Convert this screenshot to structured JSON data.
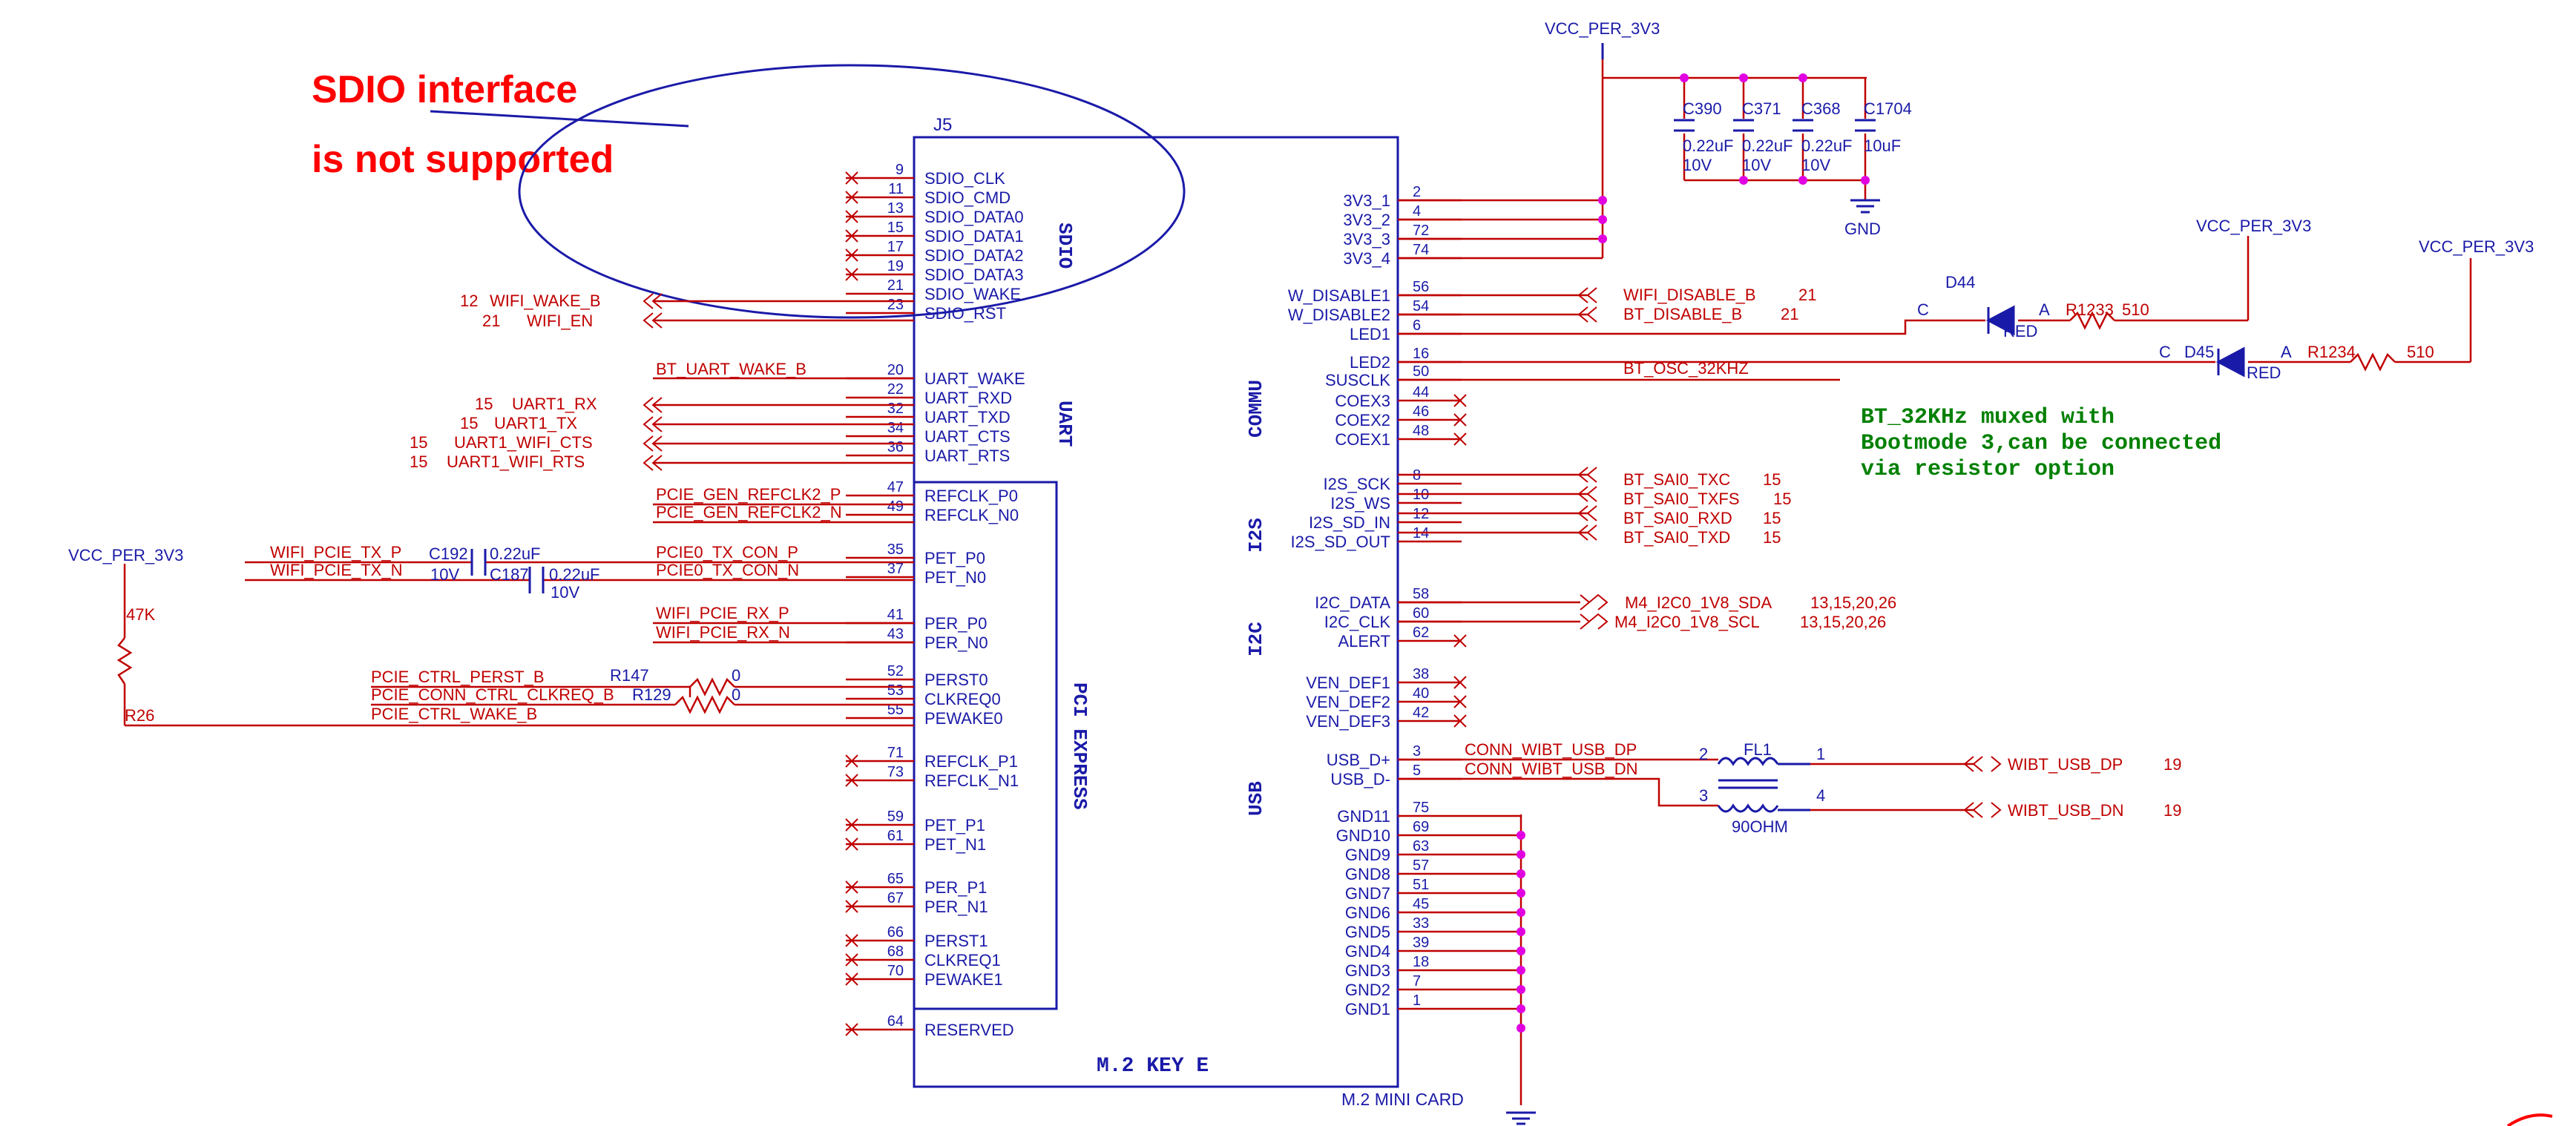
{
  "colors": {
    "wire": "#c00000",
    "symbol": "#1a1aa8",
    "junction": "#e000e0",
    "note": "#008000",
    "callout": "#ff0000",
    "ellipse": "#1a1aa8"
  },
  "callout": {
    "line1": "SDIO interface",
    "line2": "is not supported"
  },
  "connector": {
    "refdes": "J5",
    "title": "M.2 KEY E",
    "footer": "M.2 MINI CARD",
    "groups": {
      "sdio": "SDIO",
      "uart": "UART",
      "pcie": "PCI EXPRESS",
      "commu": "COMMU",
      "i2s": "I2S",
      "i2c": "I2C",
      "usb": "USB"
    }
  },
  "left_pins": [
    {
      "num": "9",
      "name": "SDIO_CLK"
    },
    {
      "num": "11",
      "name": "SDIO_CMD"
    },
    {
      "num": "13",
      "name": "SDIO_DATA0"
    },
    {
      "num": "15",
      "name": "SDIO_DATA1"
    },
    {
      "num": "17",
      "name": "SDIO_DATA2"
    },
    {
      "num": "19",
      "name": "SDIO_DATA3"
    },
    {
      "num": "21",
      "name": "SDIO_WAKE"
    },
    {
      "num": "23",
      "name": "SDIO_RST"
    },
    {
      "num": "20",
      "name": "UART_WAKE"
    },
    {
      "num": "22",
      "name": "UART_RXD"
    },
    {
      "num": "32",
      "name": "UART_TXD"
    },
    {
      "num": "34",
      "name": "UART_CTS"
    },
    {
      "num": "36",
      "name": "UART_RTS"
    },
    {
      "num": "47",
      "name": "REFCLK_P0"
    },
    {
      "num": "49",
      "name": "REFCLK_N0"
    },
    {
      "num": "35",
      "name": "PET_P0"
    },
    {
      "num": "37",
      "name": "PET_N0"
    },
    {
      "num": "41",
      "name": "PER_P0"
    },
    {
      "num": "43",
      "name": "PER_N0"
    },
    {
      "num": "52",
      "name": "PERST0"
    },
    {
      "num": "53",
      "name": "CLKREQ0"
    },
    {
      "num": "55",
      "name": "PEWAKE0"
    },
    {
      "num": "71",
      "name": "REFCLK_P1"
    },
    {
      "num": "73",
      "name": "REFCLK_N1"
    },
    {
      "num": "59",
      "name": "PET_P1"
    },
    {
      "num": "61",
      "name": "PET_N1"
    },
    {
      "num": "65",
      "name": "PER_P1"
    },
    {
      "num": "67",
      "name": "PER_N1"
    },
    {
      "num": "66",
      "name": "PERST1"
    },
    {
      "num": "68",
      "name": "CLKREQ1"
    },
    {
      "num": "70",
      "name": "PEWAKE1"
    },
    {
      "num": "64",
      "name": "RESERVED"
    }
  ],
  "right_pins": [
    {
      "num": "2",
      "name": "3V3_1"
    },
    {
      "num": "4",
      "name": "3V3_2"
    },
    {
      "num": "72",
      "name": "3V3_3"
    },
    {
      "num": "74",
      "name": "3V3_4"
    },
    {
      "num": "56",
      "name": "W_DISABLE1"
    },
    {
      "num": "54",
      "name": "W_DISABLE2"
    },
    {
      "num": "6",
      "name": "LED1"
    },
    {
      "num": "16",
      "name": "LED2"
    },
    {
      "num": "50",
      "name": "SUSCLK"
    },
    {
      "num": "44",
      "name": "COEX3"
    },
    {
      "num": "46",
      "name": "COEX2"
    },
    {
      "num": "48",
      "name": "COEX1"
    },
    {
      "num": "8",
      "name": "I2S_SCK"
    },
    {
      "num": "10",
      "name": "I2S_WS"
    },
    {
      "num": "12",
      "name": "I2S_SD_IN"
    },
    {
      "num": "14",
      "name": "I2S_SD_OUT"
    },
    {
      "num": "58",
      "name": "I2C_DATA"
    },
    {
      "num": "60",
      "name": "I2C_CLK"
    },
    {
      "num": "62",
      "name": "ALERT"
    },
    {
      "num": "38",
      "name": "VEN_DEF1"
    },
    {
      "num": "40",
      "name": "VEN_DEF2"
    },
    {
      "num": "42",
      "name": "VEN_DEF3"
    },
    {
      "num": "3",
      "name": "USB_D+"
    },
    {
      "num": "5",
      "name": "USB_D-"
    },
    {
      "num": "75",
      "name": "GND11"
    },
    {
      "num": "69",
      "name": "GND10"
    },
    {
      "num": "63",
      "name": "GND9"
    },
    {
      "num": "57",
      "name": "GND8"
    },
    {
      "num": "51",
      "name": "GND7"
    },
    {
      "num": "45",
      "name": "GND6"
    },
    {
      "num": "33",
      "name": "GND5"
    },
    {
      "num": "39",
      "name": "GND4"
    },
    {
      "num": "18",
      "name": "GND3"
    },
    {
      "num": "7",
      "name": "GND2"
    },
    {
      "num": "1",
      "name": "GND1"
    }
  ],
  "left_nets": [
    {
      "name": "WIFI_WAKE_B",
      "ref": "12"
    },
    {
      "name": "WIFI_EN",
      "ref": "21"
    },
    {
      "name": "BT_UART_WAKE_B",
      "ref": ""
    },
    {
      "name": "UART1_RX",
      "ref": "15"
    },
    {
      "name": "UART1_TX",
      "ref": "15"
    },
    {
      "name": "UART1_WIFI_CTS",
      "ref": "15"
    },
    {
      "name": "UART1_WIFI_RTS",
      "ref": "15"
    },
    {
      "name": "PCIE_GEN_REFCLK2_P",
      "ref": ""
    },
    {
      "name": "PCIE_GEN_REFCLK2_N",
      "ref": ""
    },
    {
      "name": "PCIE0_TX_CON_P",
      "ref": ""
    },
    {
      "name": "PCIE0_TX_CON_N",
      "ref": ""
    },
    {
      "name": "WIFI_PCIE_TX_P",
      "ref": ""
    },
    {
      "name": "WIFI_PCIE_TX_N",
      "ref": ""
    },
    {
      "name": "WIFI_PCIE_RX_P",
      "ref": ""
    },
    {
      "name": "WIFI_PCIE_RX_N",
      "ref": ""
    },
    {
      "name": "PCIE_CTRL_PERST_B",
      "ref": ""
    },
    {
      "name": "PCIE_CONN_CTRL_CLKREQ_B",
      "ref": ""
    },
    {
      "name": "PCIE_CTRL_WAKE_B",
      "ref": ""
    }
  ],
  "right_nets": [
    {
      "name": "WIFI_DISABLE_B",
      "ref": "21"
    },
    {
      "name": "BT_DISABLE_B",
      "ref": "21"
    },
    {
      "name": "BT_OSC_32KHZ",
      "ref": ""
    },
    {
      "name": "BT_SAI0_TXC",
      "ref": "15"
    },
    {
      "name": "BT_SAI0_TXFS",
      "ref": "15"
    },
    {
      "name": "BT_SAI0_RXD",
      "ref": "15"
    },
    {
      "name": "BT_SAI0_TXD",
      "ref": "15"
    },
    {
      "name": "M4_I2C0_1V8_SDA",
      "ref": "13,15,20,26"
    },
    {
      "name": "M4_I2C0_1V8_SCL",
      "ref": "13,15,20,26"
    },
    {
      "name": "CONN_WIBT_USB_DP",
      "ref": ""
    },
    {
      "name": "CONN_WIBT_USB_DN",
      "ref": ""
    },
    {
      "name": "WIBT_USB_DP",
      "ref": "19"
    },
    {
      "name": "WIBT_USB_DN",
      "ref": "19"
    }
  ],
  "power": {
    "vcc_top": "VCC_PER_3V3",
    "vcc_r1": "VCC_PER_3V3",
    "vcc_r2": "VCC_PER_3V3",
    "vcc_left": "VCC_PER_3V3",
    "gnd": "GND"
  },
  "capacitors": [
    {
      "ref": "C390",
      "value": "0.22uF",
      "rating": "10V"
    },
    {
      "ref": "C371",
      "value": "0.22uF",
      "rating": "10V"
    },
    {
      "ref": "C368",
      "value": "0.22uF",
      "rating": "10V"
    },
    {
      "ref": "C1704",
      "value": "10uF",
      "rating": ""
    }
  ],
  "pcie_caps": [
    {
      "ref": "C192",
      "value": "0.22uF",
      "rating": "10V"
    },
    {
      "ref": "C187",
      "value": "0.22uF",
      "rating": "10V"
    }
  ],
  "resistors": {
    "r26": {
      "ref": "R26",
      "value": "47K"
    },
    "r147": {
      "ref": "R147",
      "value": "0"
    },
    "r129": {
      "ref": "R129",
      "value": "0"
    },
    "r1233": {
      "ref": "R1233",
      "value": "510"
    },
    "r1234": {
      "ref": "R1234",
      "value": "510"
    }
  },
  "leds": [
    {
      "ref": "D44",
      "color": "RED",
      "k": "C",
      "a": "A"
    },
    {
      "ref": "D45",
      "color": "RED",
      "k": "C",
      "a": "A"
    }
  ],
  "choke": {
    "ref": "FL1",
    "value": "90OHM",
    "p1": "1",
    "p2": "2",
    "p3": "3",
    "p4": "4"
  },
  "note": [
    "BT_32KHz muxed with",
    "Bootmode 3,can be connected",
    "via resistor option"
  ]
}
